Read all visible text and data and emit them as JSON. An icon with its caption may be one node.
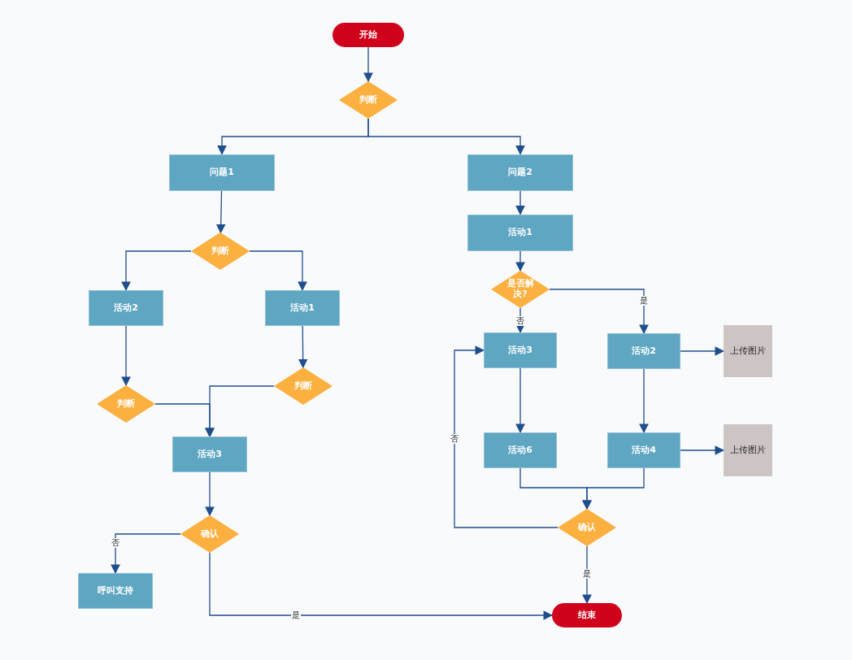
{
  "diagram": {
    "nodes": [
      {
        "text": [
          "开始"
        ]
      },
      {
        "text": [
          "判断"
        ]
      },
      {
        "text": [
          "问题1"
        ]
      },
      {
        "text": [
          "问题2"
        ]
      },
      {
        "text": [
          "判断"
        ]
      },
      {
        "text": [
          "活动2"
        ]
      },
      {
        "text": [
          "活动1"
        ]
      },
      {
        "text": [
          "活动1"
        ]
      },
      {
        "text": [
          "是否解决?"
        ]
      },
      {
        "text": [
          "判断"
        ]
      },
      {
        "text": [
          "判断"
        ]
      },
      {
        "text": [
          "活动3"
        ]
      },
      {
        "text": [
          "活动3"
        ]
      },
      {
        "text": [
          "活动2"
        ]
      },
      {
        "text": [
          "上传图片"
        ]
      },
      {
        "text": [
          "活动6"
        ]
      },
      {
        "text": [
          "活动4"
        ]
      },
      {
        "text": [
          "上传图片"
        ]
      },
      {
        "text": [
          "确认"
        ]
      },
      {
        "text": [
          "确认"
        ]
      },
      {
        "text": [
          "呼叫支持"
        ]
      },
      {
        "text": [
          "结束"
        ]
      }
    ],
    "edges": [
      {
        "from": 0,
        "to": 1,
        "arrow": "to"
      },
      {
        "from": 1,
        "to": 2,
        "arrow": "to"
      },
      {
        "from": 1,
        "to": 3,
        "arrow": "to"
      },
      {
        "from": 2,
        "to": 4,
        "arrow": "to"
      },
      {
        "from": 4,
        "to": 5,
        "arrow": "to"
      },
      {
        "from": 4,
        "to": 6,
        "arrow": "to"
      },
      {
        "from": 5,
        "to": 9,
        "arrow": "to"
      },
      {
        "from": 6,
        "to": 10,
        "arrow": "to"
      },
      {
        "from": 9,
        "to": 11,
        "arrow": "to"
      },
      {
        "from": 10,
        "to": 11,
        "arrow": "to"
      },
      {
        "from": 11,
        "to": 18,
        "arrow": "to"
      },
      {
        "from": 18,
        "to": 20,
        "arrow": "to",
        "label": "否"
      },
      {
        "from": 18,
        "to": 21,
        "arrow": "to",
        "label": "是"
      },
      {
        "from": 3,
        "to": 7,
        "arrow": "to"
      },
      {
        "from": 7,
        "to": 8,
        "arrow": "to"
      },
      {
        "from": 8,
        "to": 12,
        "arrow": "to",
        "label": "否"
      },
      {
        "from": 8,
        "to": 13,
        "arrow": "to",
        "label": "是"
      },
      {
        "from": 12,
        "to": 15,
        "arrow": "to"
      },
      {
        "from": 13,
        "to": 14,
        "arrow": "to"
      },
      {
        "from": 13,
        "to": 16,
        "arrow": "to"
      },
      {
        "from": 16,
        "to": 17,
        "arrow": "to"
      },
      {
        "from": 15,
        "to": 19,
        "arrow": "to"
      },
      {
        "from": 16,
        "to": 19,
        "arrow": "to"
      },
      {
        "from": 19,
        "to": 12,
        "arrow": "to",
        "label": "否"
      },
      {
        "from": 19,
        "to": 21,
        "arrow": "to",
        "label": "是"
      }
    ]
  }
}
